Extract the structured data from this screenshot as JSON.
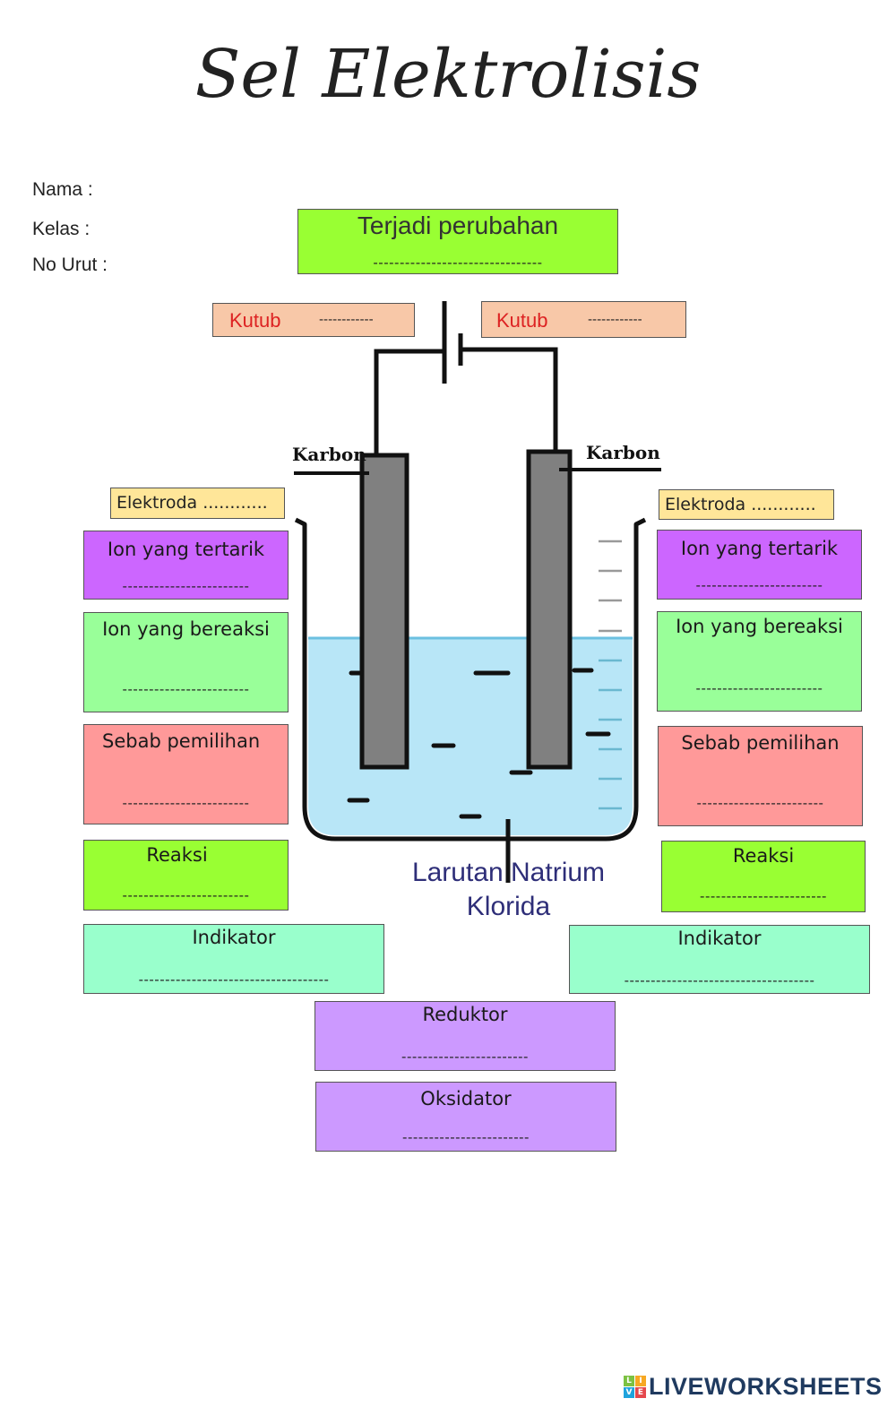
{
  "title": "Sel Elektrolisis",
  "student": {
    "name": "Nama :",
    "class": "Kelas :",
    "number": "No Urut :"
  },
  "change_box": {
    "label": "Terjadi perubahan",
    "blank": "--------------------------------"
  },
  "poles": {
    "left_label": "Kutub",
    "left_blank": "------------",
    "right_label": "Kutub",
    "right_blank": "------------"
  },
  "electrodes": {
    "left": "Karbon",
    "right": "Karbon"
  },
  "solution": {
    "line1": "Larutan Natrium",
    "line2": "Klorida"
  },
  "left_panel": {
    "electrode": "Elektroda ............",
    "ion_attracted": "Ion yang tertarik",
    "ion_reacts": "Ion yang bereaksi",
    "reason": "Sebab pemilihan",
    "reaction": "Reaksi",
    "indicator": "Indikator",
    "blank": "------------------------",
    "blank_long": "------------------------------------"
  },
  "right_panel": {
    "electrode": "Elektroda ............",
    "ion_attracted": "Ion yang tertarik",
    "ion_reacts": "Ion yang bereaksi",
    "reason": "Sebab pemilihan",
    "reaction": "Reaksi",
    "indicator": "Indikator",
    "blank": "------------------------",
    "blank_long": "------------------------------------"
  },
  "reductor": {
    "label": "Reduktor",
    "blank": "------------------------"
  },
  "oxidator": {
    "label": "Oksidator",
    "blank": "------------------------"
  },
  "footer": {
    "brand": "LIVEWORKSHEETS",
    "logo_letters": [
      "L",
      "I",
      "V",
      "E"
    ]
  },
  "colors": {
    "solution": "#b8e6f7",
    "electrode": "#808080",
    "kutub_text": "#dd2222",
    "solution_text": "#2e2e78",
    "brand": "#1f3a5f"
  }
}
